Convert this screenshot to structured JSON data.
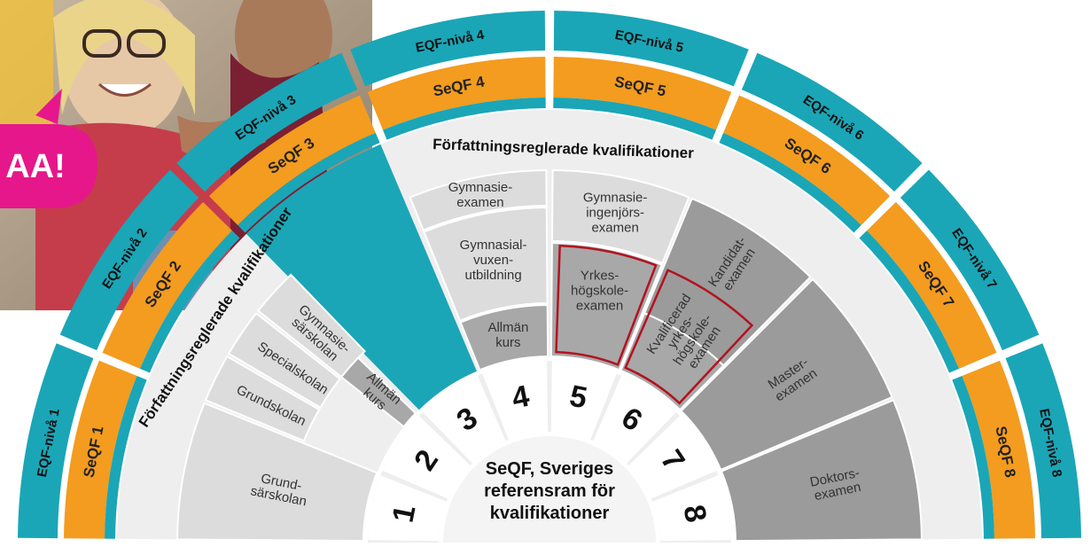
{
  "colors": {
    "teal": "#1aa6b7",
    "orange": "#f39c1f",
    "light_gray": "#dcdcdc",
    "mid_gray": "#a8a8a8",
    "dark_gray": "#9b9b9b",
    "white": "#ffffff",
    "highlight_red": "#b3121f",
    "speech_pink": "#e6178a"
  },
  "photo": {
    "speech_text": "AA!"
  },
  "center": {
    "line1": "SeQF, Sveriges",
    "line2": "referensram för",
    "line3": "kvalifikationer"
  },
  "levels": [
    {
      "number": "1",
      "seqf": "SeQF 1",
      "eqf": "EQF-nivå 1"
    },
    {
      "number": "2",
      "seqf": "SeQF 2",
      "eqf": "EQF-nivå 2"
    },
    {
      "number": "3",
      "seqf": "SeQF 3",
      "eqf": "EQF-nivå 3"
    },
    {
      "number": "4",
      "seqf": "SeQF 4",
      "eqf": "EQF-nivå 4"
    },
    {
      "number": "5",
      "seqf": "SeQF 5",
      "eqf": "EQF-nivå 5"
    },
    {
      "number": "6",
      "seqf": "SeQF 6",
      "eqf": "EQF-nivå 6"
    },
    {
      "number": "7",
      "seqf": "SeQF 7",
      "eqf": "EQF-nivå 7"
    },
    {
      "number": "8",
      "seqf": "SeQF 8",
      "eqf": "EQF-nivå 8"
    }
  ],
  "regulated_label": "Författningsreglerade kvalifikationer",
  "qualifications": {
    "grundsarskolan": [
      "Grund-",
      "särskolan"
    ],
    "grundskolan": [
      "Grundskolan"
    ],
    "specialskolan": [
      "Specialskolan"
    ],
    "gymnasiesarskolan": [
      "Gymnasie-",
      "särskolan"
    ],
    "allman_kurs_2": [
      "Allmän",
      "kurs"
    ],
    "gymnasieexamen": [
      "Gymnasie-",
      "examen"
    ],
    "gymnasial_vuxen": [
      "Gymnasial-",
      "vuxen-",
      "utbildning"
    ],
    "allman_kurs_4": [
      "Allmän",
      "kurs"
    ],
    "gymnasieingenjor": [
      "Gymnasie-",
      "ingenjörs-",
      "examen"
    ],
    "yrkeshogskoleexamen": [
      "Yrkes-",
      "högskole-",
      "examen"
    ],
    "kval_yrkeshogskole": [
      "Kvalificerad",
      "yrkes-",
      "högskole-",
      "examen"
    ],
    "kandidatexamen": [
      "Kandidat-",
      "examen"
    ],
    "masterexamen": [
      "Master-",
      "examen"
    ],
    "doktorsexamen": [
      "Doktors-",
      "examen"
    ]
  }
}
